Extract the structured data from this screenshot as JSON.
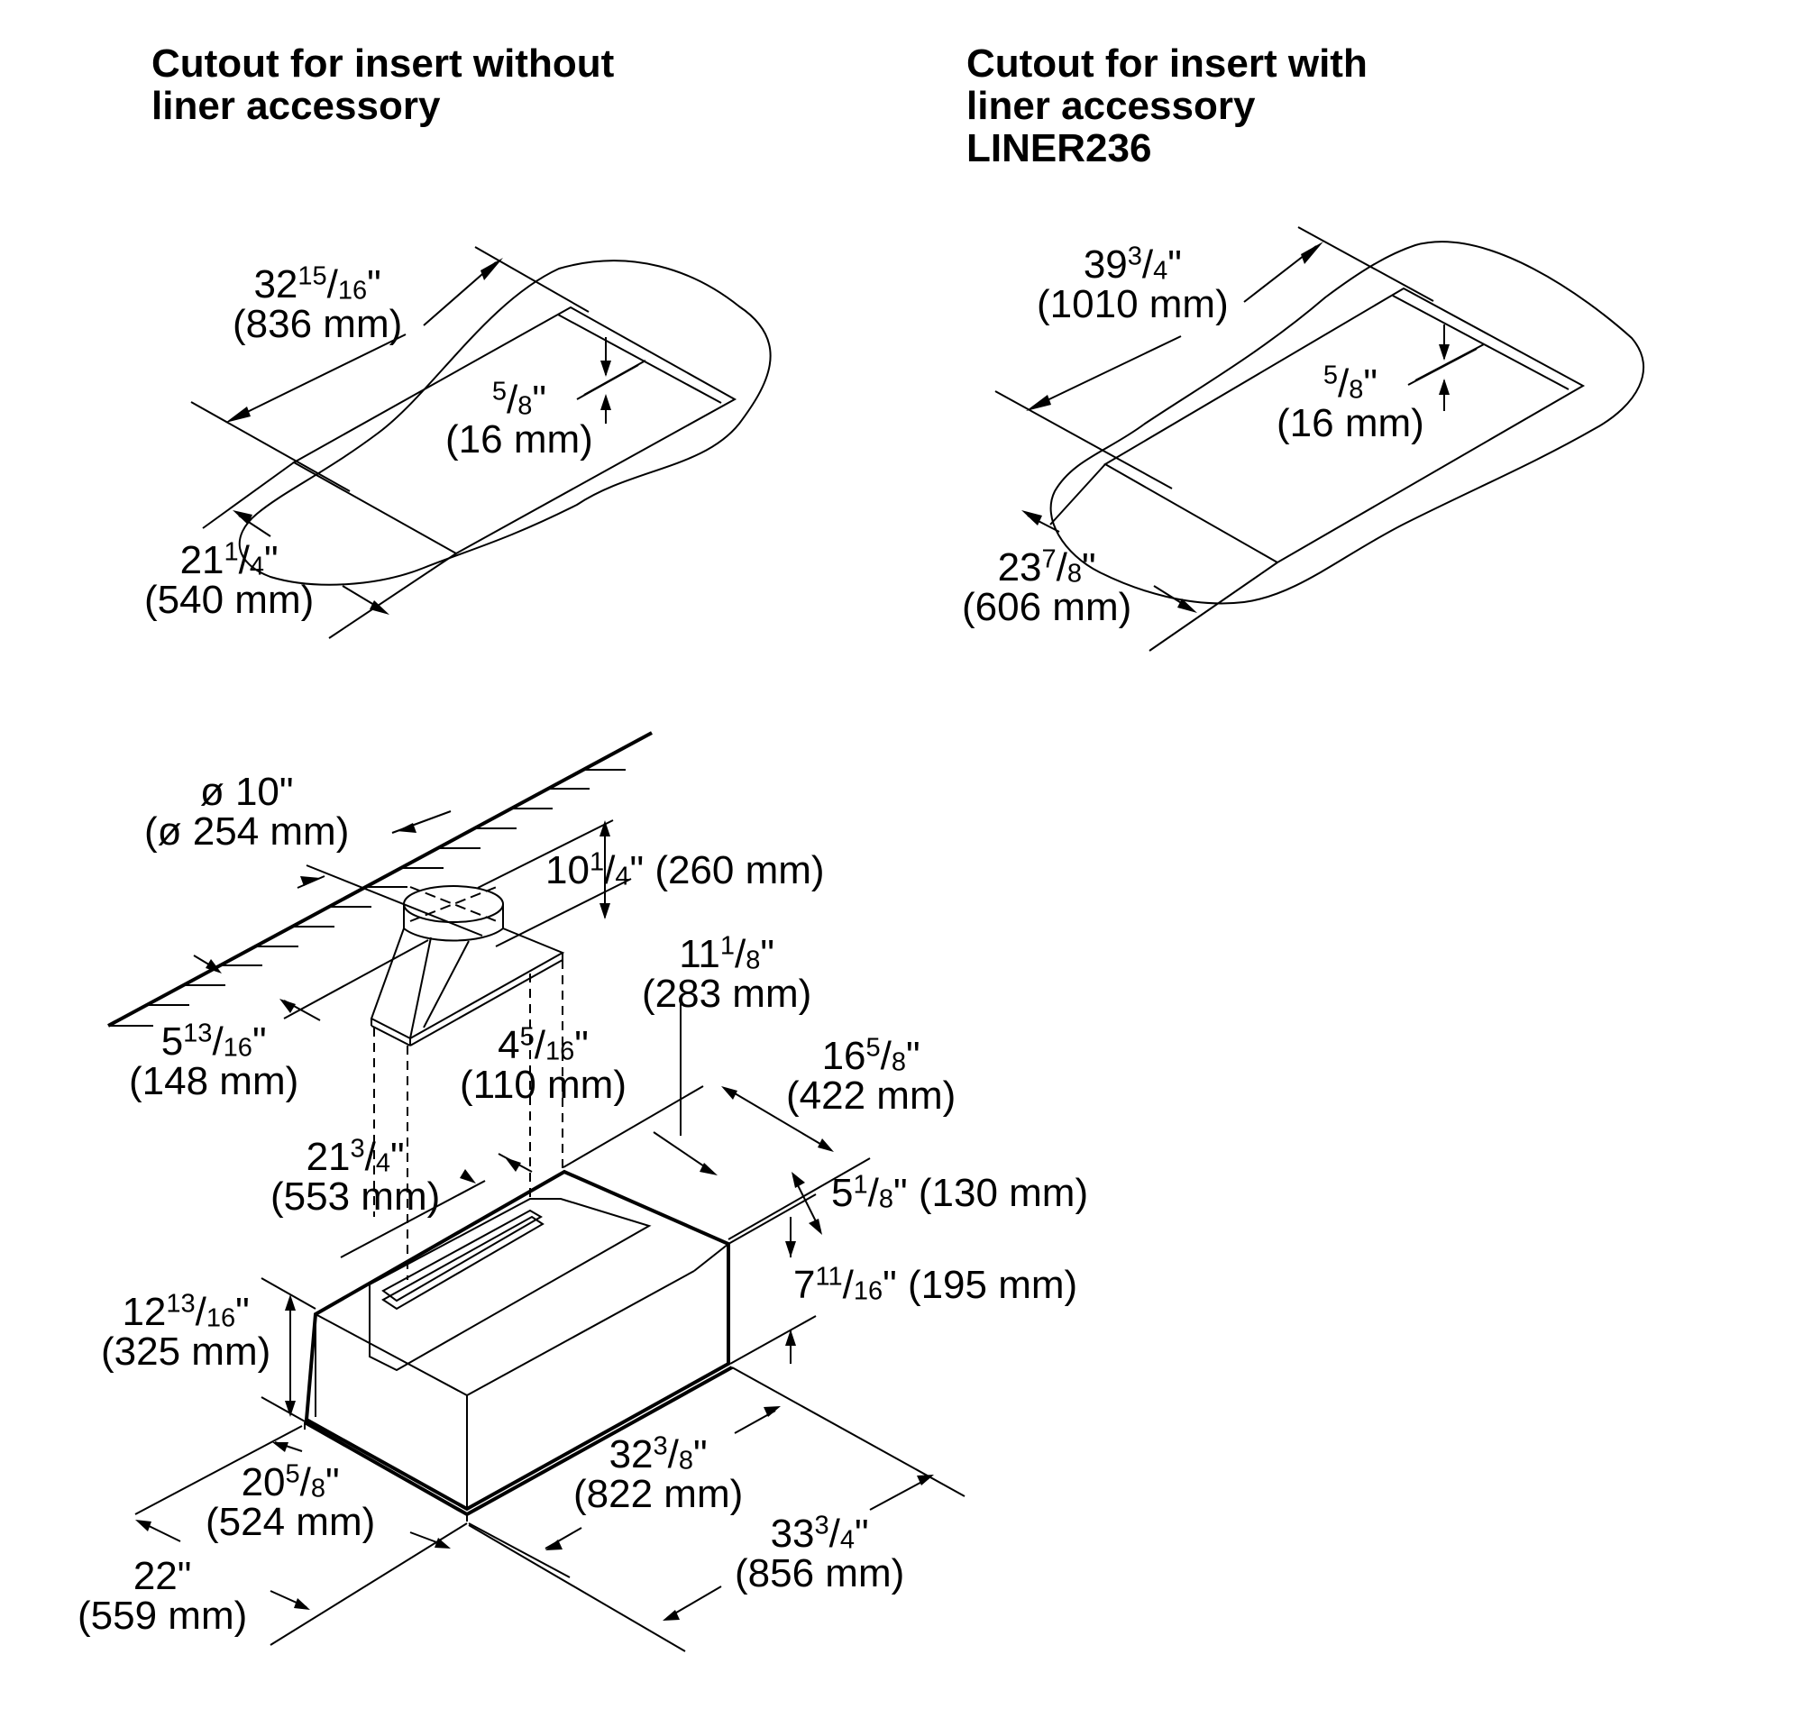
{
  "titles": {
    "without_liner": [
      "Cutout for insert without",
      "liner accessory"
    ],
    "with_liner": [
      "Cutout for insert with",
      "liner accessory",
      "LINER236"
    ]
  },
  "cutout_without_liner": {
    "length": {
      "whole": "32",
      "num": "15",
      "den": "16",
      "mm": "(836 mm)"
    },
    "depth": {
      "whole": "21",
      "num": "1",
      "den": "4",
      "mm": "(540 mm)"
    },
    "lip": {
      "whole": "",
      "num": "5",
      "den": "8",
      "mm": "(16 mm)"
    }
  },
  "cutout_with_liner": {
    "length": {
      "whole": "39",
      "num": "3",
      "den": "4",
      "mm": "(1010 mm)"
    },
    "depth": {
      "whole": "23",
      "num": "7",
      "den": "8",
      "mm": "(606 mm)"
    },
    "lip": {
      "whole": "",
      "num": "5",
      "den": "8",
      "mm": "(16 mm)"
    }
  },
  "insert": {
    "duct_diameter": {
      "line1": "ø 10\"",
      "line2": "(ø 254 mm)"
    },
    "duct_height": {
      "whole": "10",
      "num": "1",
      "den": "4",
      "mm": "(260 mm)"
    },
    "duct_offset_side": {
      "whole": "5",
      "num": "13",
      "den": "16",
      "mm": "(148 mm)"
    },
    "duct_offset_front": {
      "whole": "4",
      "num": "5",
      "den": "16",
      "mm": "(110 mm)"
    },
    "back_offset": {
      "whole": "11",
      "num": "1",
      "den": "8",
      "mm": "(283 mm)"
    },
    "top_depth": {
      "whole": "16",
      "num": "5",
      "den": "8",
      "mm": "(422 mm)"
    },
    "top_length": {
      "whole": "21",
      "num": "3",
      "den": "4",
      "mm": "(553 mm)"
    },
    "upper_height": {
      "whole": "5",
      "num": "1",
      "den": "8",
      "mm": "(130 mm)"
    },
    "front_height": {
      "whole": "7",
      "num": "11",
      "den": "16",
      "mm": "(195 mm)"
    },
    "total_height": {
      "whole": "12",
      "num": "13",
      "den": "16",
      "mm": "(325 mm)"
    },
    "body_depth": {
      "whole": "20",
      "num": "5",
      "den": "8",
      "mm": "(524 mm)"
    },
    "flange_depth": {
      "whole": "22",
      "num": "",
      "den": "",
      "mm": "(559 mm)"
    },
    "body_length": {
      "whole": "32",
      "num": "3",
      "den": "8",
      "mm": "(822 mm)"
    },
    "flange_length": {
      "whole": "33",
      "num": "3",
      "den": "4",
      "mm": "(856 mm)"
    }
  }
}
